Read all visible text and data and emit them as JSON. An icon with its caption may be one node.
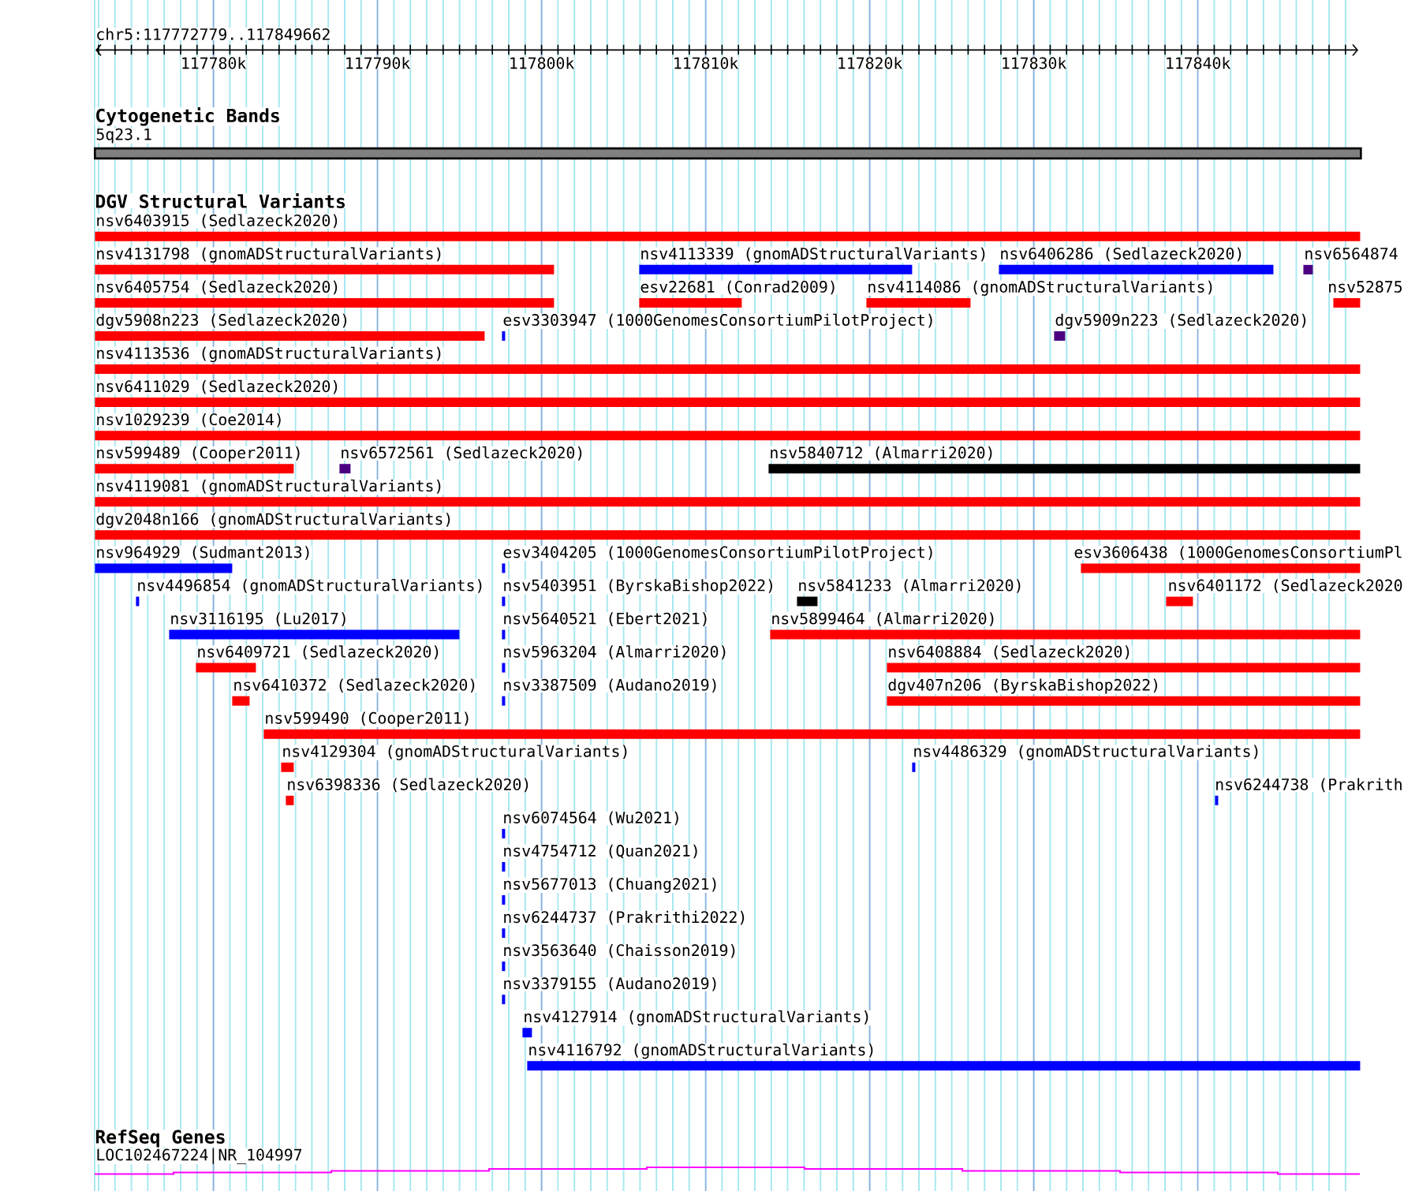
{
  "diagram": {
    "nodes": [
      {
        "text": [
          "5q23.1"
        ]
      },
      {
        "text": [
          "nsv6403915 (Sedlazeck2020)"
        ]
      },
      {
        "text": [
          "nsv4131798 (gnomADStructuralVariants)"
        ]
      },
      {
        "text": [
          "nsv4113339 (gnomADStructuralVariants)"
        ]
      },
      {
        "text": [
          "nsv6406286 (Sedlazeck2020)"
        ]
      },
      {
        "text": [
          "nsv6564874"
        ]
      },
      {
        "text": [
          "nsv6405754 (Sedlazeck2020)"
        ]
      },
      {
        "text": [
          "esv22681 (Conrad2009)"
        ]
      },
      {
        "text": [
          "nsv4114086 (gnomADStructuralVariants)"
        ]
      },
      {
        "text": [
          "nsv52875"
        ]
      },
      {
        "text": [
          "dgv5908n223 (Sedlazeck2020)"
        ]
      },
      {
        "text": [
          "esv3303947 (1000GenomesConsortiumPilotProject)"
        ]
      },
      {
        "text": [
          "dgv5909n223 (Sedlazeck2020)"
        ]
      },
      {
        "text": [
          "nsv4113536 (gnomADStructuralVariants)"
        ]
      },
      {
        "text": [
          "nsv6411029 (Sedlazeck2020)"
        ]
      },
      {
        "text": [
          "nsv1029239 (Coe2014)"
        ]
      },
      {
        "text": [
          "nsv599489 (Cooper2011)"
        ]
      },
      {
        "text": [
          "nsv6572561 (Sedlazeck2020)"
        ]
      },
      {
        "text": [
          "nsv5840712 (Almarri2020)"
        ]
      },
      {
        "text": [
          "nsv4119081 (gnomADStructuralVariants)"
        ]
      },
      {
        "text": [
          "dgv2048n166 (gnomADStructuralVariants)"
        ]
      },
      {
        "text": [
          "nsv964929 (Sudmant2013)"
        ]
      },
      {
        "text": [
          "esv3404205 (1000GenomesConsortiumPilotProject)"
        ]
      },
      {
        "text": [
          "esv3606438 (1000GenomesConsortiumPl"
        ]
      },
      {
        "text": [
          "nsv4496854 (gnomADStructuralVariants)"
        ]
      },
      {
        "text": [
          "nsv5403951 (ByrskaBishop2022)"
        ]
      },
      {
        "text": [
          "nsv5841233 (Almarri2020)"
        ]
      },
      {
        "text": [
          "nsv6401172 (Sedlazeck2020"
        ]
      },
      {
        "text": [
          "nsv3116195 (Lu2017)"
        ]
      },
      {
        "text": [
          "nsv5640521 (Ebert2021)"
        ]
      },
      {
        "text": [
          "nsv5899464 (Almarri2020)"
        ]
      },
      {
        "text": [
          "nsv6409721 (Sedlazeck2020)"
        ]
      },
      {
        "text": [
          "nsv5963204 (Almarri2020)"
        ]
      },
      {
        "text": [
          "nsv6408884 (Sedlazeck2020)"
        ]
      },
      {
        "text": [
          "nsv6410372 (Sedlazeck2020)"
        ]
      },
      {
        "text": [
          "nsv3387509 (Audano2019)"
        ]
      },
      {
        "text": [
          "dgv407n206 (ByrskaBishop2022)"
        ]
      },
      {
        "text": [
          "nsv599490 (Cooper2011)"
        ]
      },
      {
        "text": [
          "nsv4129304 (gnomADStructuralVariants)"
        ]
      },
      {
        "text": [
          "nsv4486329 (gnomADStructuralVariants)"
        ]
      },
      {
        "text": [
          "nsv6398336 (Sedlazeck2020)"
        ]
      },
      {
        "text": [
          "nsv6244738 (Prakrith"
        ]
      },
      {
        "text": [
          "nsv6074564 (Wu2021)"
        ]
      },
      {
        "text": [
          "nsv4754712 (Quan2021)"
        ]
      },
      {
        "text": [
          "nsv5677013 (Chuang2021)"
        ]
      },
      {
        "text": [
          "nsv6244737 (Prakrithi2022)"
        ]
      },
      {
        "text": [
          "nsv3563640 (Chaisson2019)"
        ]
      },
      {
        "text": [
          "nsv3379155 (Audano2019)"
        ]
      },
      {
        "text": [
          "nsv4127914 (gnomADStructuralVariants)"
        ]
      },
      {
        "text": [
          "nsv4116792 (gnomADStructuralVariants)"
        ]
      },
      {
        "text": [
          "LOC102467224|NR_104997"
        ]
      }
    ],
    "labels": [
      "chr5:117772779..117849662",
      "117780k",
      "117790k",
      "117800k",
      "117810k",
      "117820k",
      "117830k",
      "117840k",
      "Cytogenetic Bands",
      "DGV Structural Variants",
      "RefSeq Genes"
    ]
  }
}
